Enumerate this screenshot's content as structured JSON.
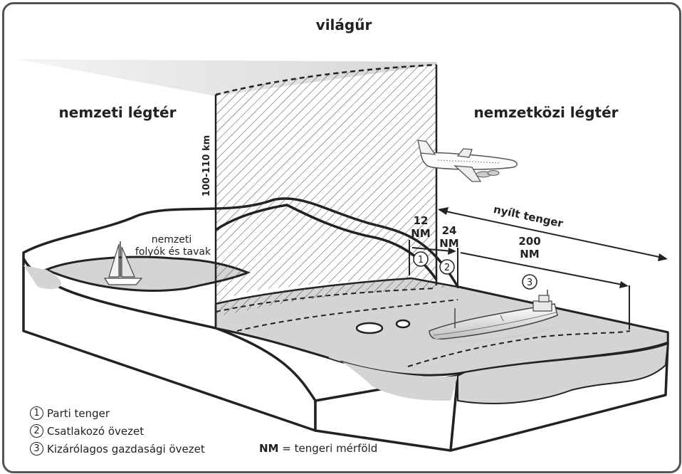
{
  "labels": {
    "space": "világűr",
    "national_airspace": "nemzeti légtér",
    "international_airspace": "nemzetközi légtér",
    "altitude": "100-110 km",
    "inland_waters_line1": "nemzeti",
    "inland_waters_line2": "folyók és tavak",
    "open_sea": "nyílt tenger",
    "nm12_value": "12",
    "nm12_unit": "NM",
    "nm24_value": "24",
    "nm24_unit": "NM",
    "nm200_value": "200",
    "nm200_unit": "NM",
    "zone1_marker": "1",
    "zone2_marker": "2",
    "zone3_marker": "3"
  },
  "legend": {
    "items": [
      {
        "marker": "1",
        "text": "Parti tenger"
      },
      {
        "marker": "2",
        "text": "Csatlakozó övezet"
      },
      {
        "marker": "3",
        "text": "Kizárólagos gazdasági övezet"
      }
    ],
    "nm_abbr": "NM",
    "nm_definition": "= tengeri mérföld"
  },
  "icons": [
    "sailboat-icon",
    "airplane-icon",
    "cargo-ship-icon"
  ],
  "colors": {
    "frame": "#555555",
    "water": "#d4d4d4",
    "outline": "#222222",
    "hatch": "#444444"
  }
}
